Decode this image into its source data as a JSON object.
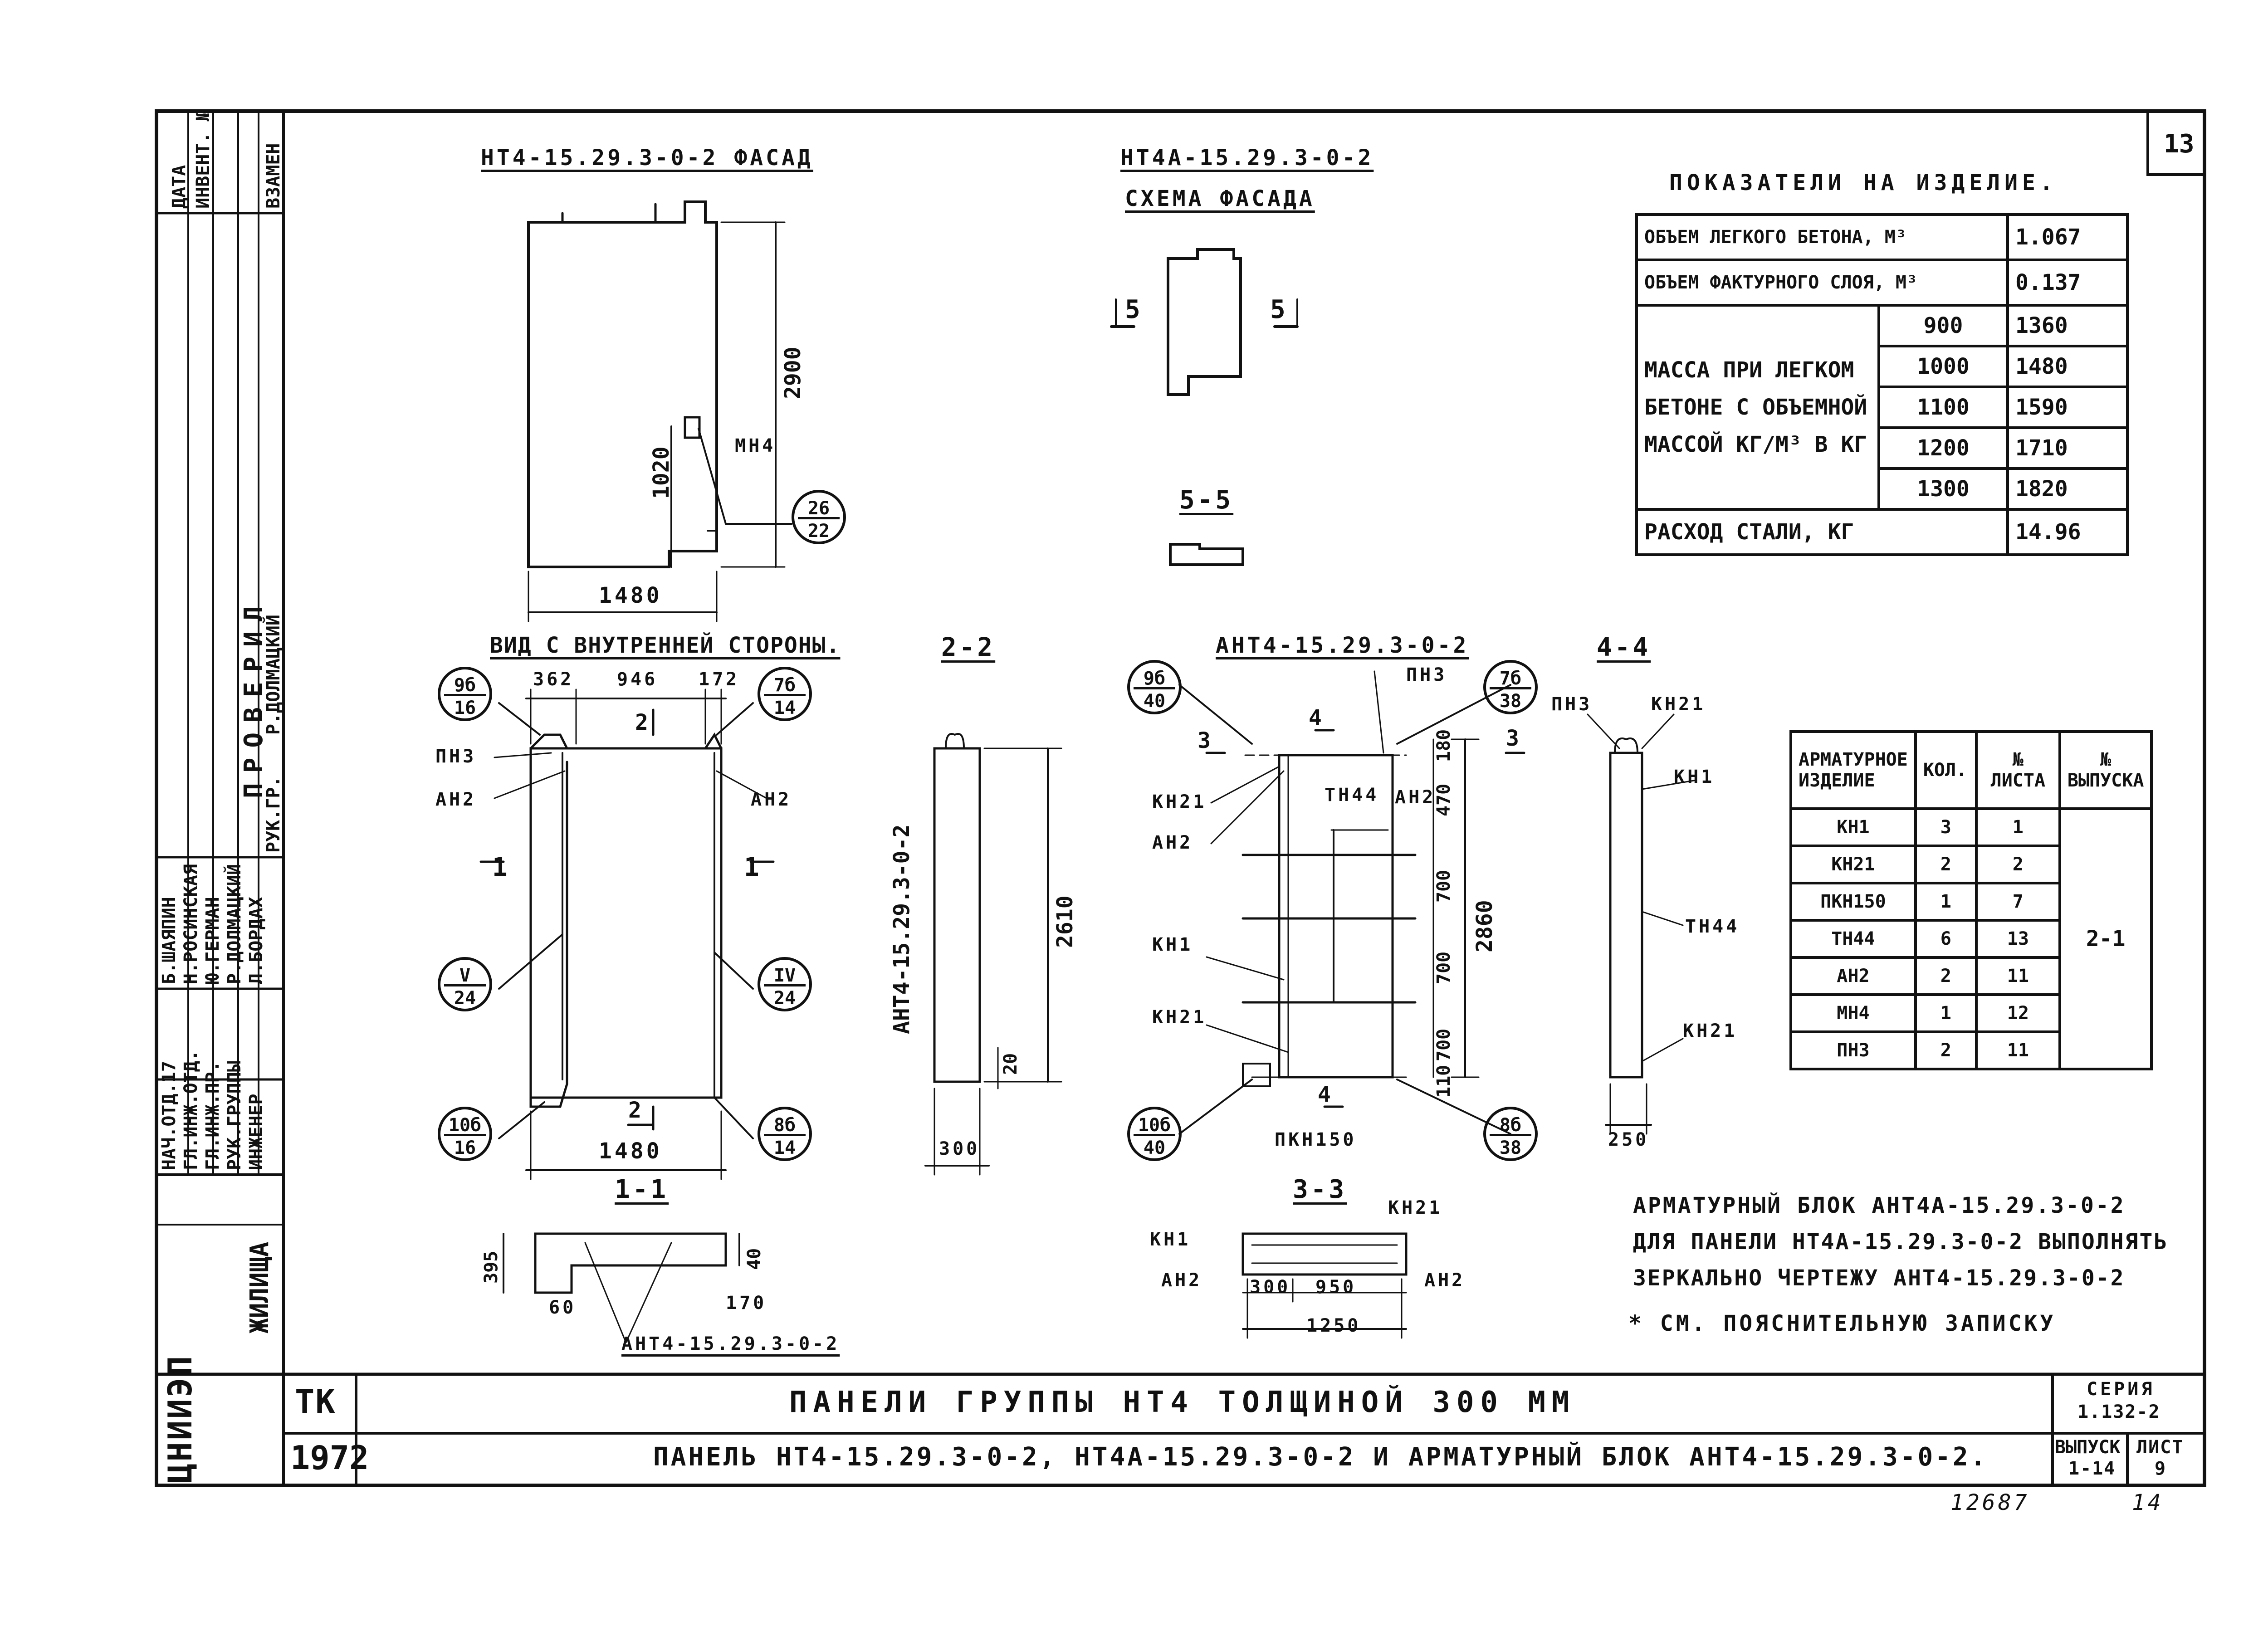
{
  "sheet": {
    "number": "13",
    "footer_num": "12687",
    "footer_num2": "14"
  },
  "views": {
    "facade_title": "НТ4-15.29.3-0-2 ФАСАД",
    "scheme_title": "НТ4А-15.29.3-0-2",
    "scheme_subtitle": "СХЕМА ФАСАДА",
    "section_55": "5-5",
    "inner_title": "ВИД С ВНУТРЕННЕЙ СТОРОНЫ.",
    "section_22": "2-2",
    "block_title": "АНТ4-15.29.3-0-2",
    "section_44": "4-4",
    "section_11": "1-1",
    "section_33": "3-3",
    "cut_label_5": "5",
    "cut_label_1": "1",
    "cut_label_2": "2",
    "cut_label_3": "3",
    "cut_label_4": "4"
  },
  "dims": {
    "d2900": "2900",
    "d1020": "1020",
    "d1480": "1480",
    "d362": "362",
    "d946": "946",
    "d172": "172",
    "d2610": "2610",
    "d20": "20",
    "d300": "300",
    "d2860": "2860",
    "d470": "470",
    "d700": "700",
    "d180": "180",
    "d110": "110",
    "d250": "250",
    "d395": "395",
    "d40": "40",
    "d60": "60",
    "d170": "170",
    "d950": "950",
    "d1250": "1250"
  },
  "callouts": {
    "c2622": [
      "26",
      "22"
    ],
    "c9b16": [
      "9б",
      "16"
    ],
    "c7b14": [
      "7б",
      "14"
    ],
    "cV24": [
      "V",
      "24"
    ],
    "cIV24": [
      "IV",
      "24"
    ],
    "c10b16": [
      "10б",
      "16"
    ],
    "c8b14": [
      "8б",
      "14"
    ],
    "c9b40": [
      "9б",
      "40"
    ],
    "c7b38": [
      "7б",
      "38"
    ],
    "c10b40": [
      "10б",
      "40"
    ],
    "c8b38": [
      "8б",
      "38"
    ]
  },
  "marks": {
    "mn4": "МН4",
    "pn3": "ПН3",
    "an2": "АН2",
    "kn21": "КН21",
    "kn1": "КН1",
    "tn44": "ТН44",
    "pkn150": "ПКН150",
    "block_note": "АНТ4-15.29.3-0-2",
    "vert_block": "АНТ4-15.29.3-0-2"
  },
  "indicators": {
    "title": "ПОКАЗАТЕЛИ НА ИЗДЕЛИЕ.",
    "rows": [
      {
        "label": "ОБЪЕМ ЛЕГКОГО БЕТОНА, М³",
        "value": "1.067"
      },
      {
        "label": "ОБЪЕМ ФАКТУРНОГО СЛОЯ, М³",
        "value": "0.137"
      }
    ],
    "mass_label": "МАССА ПРИ ЛЕГКОМ БЕТОНЕ С ОБЪЕМНОЙ МАССОЙ КГ/М³ В КГ",
    "mass_rows": [
      {
        "density": "900",
        "mass": "1360"
      },
      {
        "density": "1000",
        "mass": "1480"
      },
      {
        "density": "1100",
        "mass": "1590"
      },
      {
        "density": "1200",
        "mass": "1710"
      },
      {
        "density": "1300",
        "mass": "1820"
      }
    ],
    "steel_label": "РАСХОД СТАЛИ, КГ",
    "steel_value": "14.96"
  },
  "rebar_table": {
    "headers": [
      "АРМАТУРНОЕ ИЗДЕЛИЕ",
      "КОЛ.",
      "№ ЛИСТА",
      "№ ВЫПУСКА"
    ],
    "rows": [
      {
        "item": "КН1",
        "qty": "3",
        "sheet": "1"
      },
      {
        "item": "КН21",
        "qty": "2",
        "sheet": "2"
      },
      {
        "item": "ПКН150",
        "qty": "1",
        "sheet": "7"
      },
      {
        "item": "ТН44",
        "qty": "6",
        "sheet": "13"
      },
      {
        "item": "АН2",
        "qty": "2",
        "sheet": "11"
      },
      {
        "item": "МН4",
        "qty": "1",
        "sheet": "12"
      },
      {
        "item": "ПН3",
        "qty": "2",
        "sheet": "11"
      }
    ],
    "issue": "2-1"
  },
  "notes": {
    "line1": "АРМАТУРНЫЙ БЛОК АНТ4А-15.29.3-0-2",
    "line2": "ДЛЯ ПАНЕЛИ НТ4А-15.29.3-0-2 ВЫПОЛНЯТЬ",
    "line3": "ЗЕРКАЛЬНО ЧЕРТЕЖУ АНТ4-15.29.3-0-2",
    "line4": "* СМ. ПОЯСНИТЕЛЬНУЮ ЗАПИСКУ"
  },
  "title_block": {
    "tk": "ТК",
    "year": "1972",
    "title1": "ПАНЕЛИ ГРУППЫ НТ4 ТОЛЩИНОЙ 300 ММ",
    "title2": "ПАНЕЛЬ НТ4-15.29.3-0-2, НТ4А-15.29.3-0-2 И АРМАТУРНЫЙ БЛОК АНТ4-15.29.3-0-2.",
    "series_label": "СЕРИЯ",
    "series_value": "1.132-2",
    "issue_label": "ВЫПУСК",
    "issue_value": "1-14",
    "sheet_label": "ЛИСТ",
    "sheet_value": "9"
  },
  "stamp": {
    "org": "ЦНИИЭП",
    "org2": "ЖИЛИЩА",
    "top_labels": [
      "ДАТА",
      "ИНВЕНТ. №",
      "ВЗАМЕН"
    ],
    "roles": [
      "НАЧ.ОТД.17",
      "ГЛ.ИНЖ.ОТД.",
      "ГЛ.ИНЖ.ПР.",
      "РУК.ГРУППЫ",
      "ИНЖЕНЕР"
    ],
    "names": [
      "Б.ШАЯПИН",
      "Н.РОСИНСКАЯ",
      "Ю.ГЕРМАН",
      "Р.ДОЛМАЦКИЙ",
      "Л.БОРДАХ"
    ],
    "checked": "ПРОВЕРИЛ",
    "checked_role": "РУК.ГР.",
    "checked_name": "Р.ДОЛМАЦКИЙ"
  }
}
